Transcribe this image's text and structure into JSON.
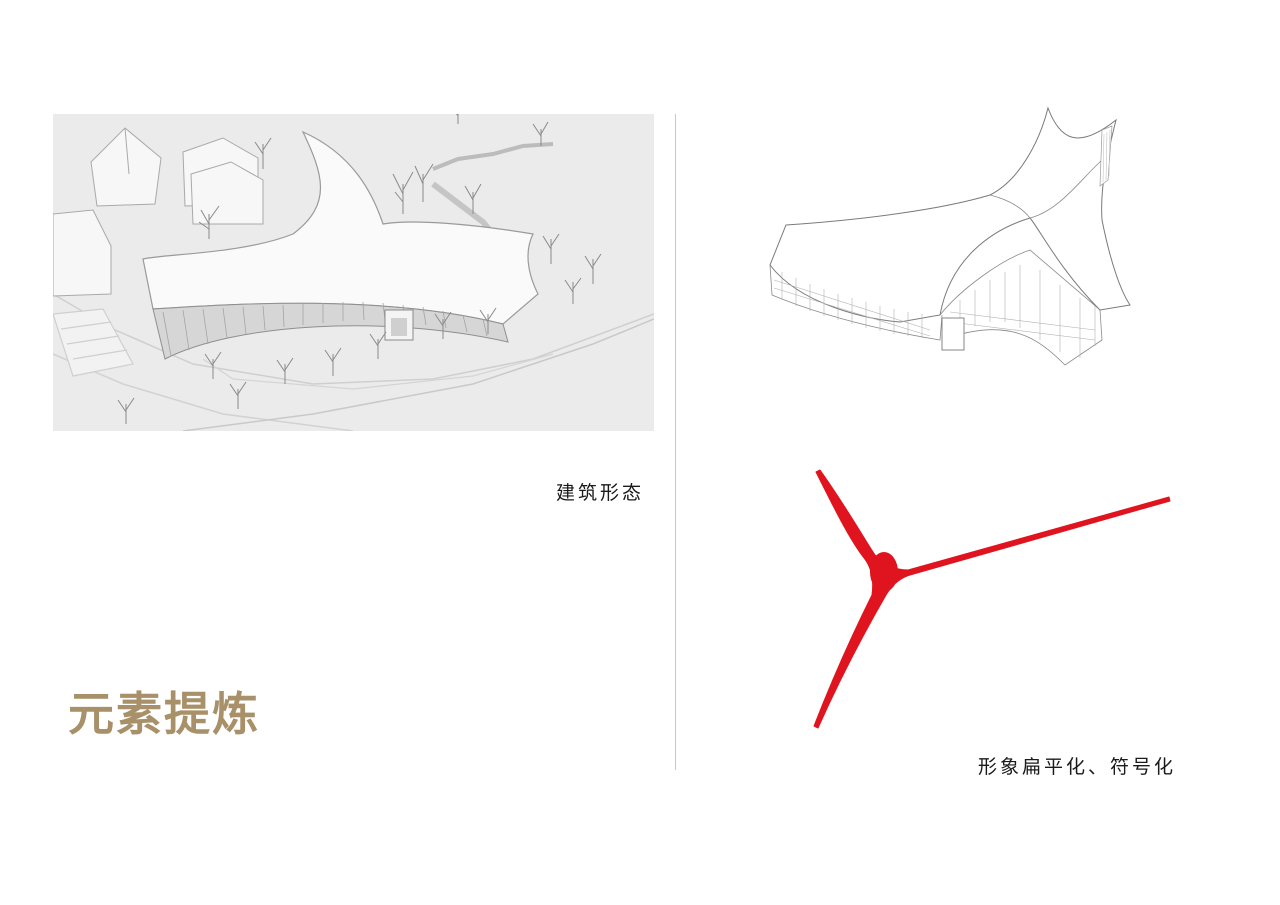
{
  "heading": "元素提炼",
  "captions": {
    "building_form": "建筑形态",
    "flattened_symbol": "形象扁平化、符号化"
  },
  "colors": {
    "heading": "#a89068",
    "symbol": "#e0141e",
    "divider": "#c8c8c8"
  }
}
